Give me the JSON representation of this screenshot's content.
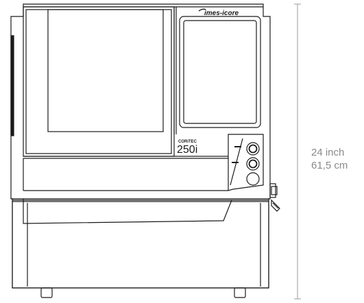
{
  "brand": {
    "logo_text": "imes-icore",
    "series_label": "CORiTEC",
    "model_label": "250i"
  },
  "dimension": {
    "inch_label": "24 inch",
    "cm_label": "61,5 cm"
  },
  "colors": {
    "line": "#1a1a1a",
    "dimension": "#9a9a9a",
    "background": "#ffffff"
  }
}
